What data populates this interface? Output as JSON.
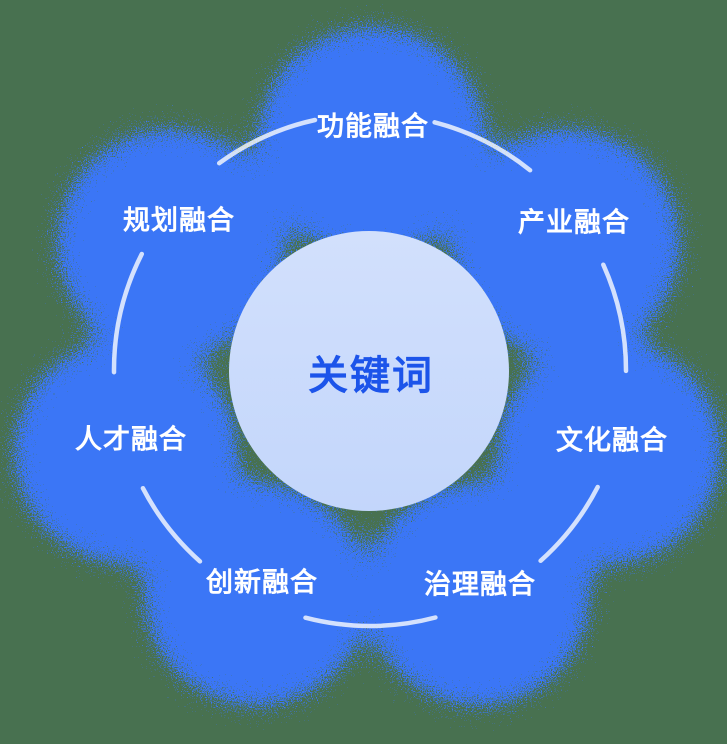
{
  "diagram": {
    "center_label": "关键词",
    "petals": [
      {
        "label": "功能融合",
        "position": "top"
      },
      {
        "label": "产业融合",
        "position": "upper-right"
      },
      {
        "label": "文化融合",
        "position": "right"
      },
      {
        "label": "治理融合",
        "position": "lower-right"
      },
      {
        "label": "创新融合",
        "position": "lower-left"
      },
      {
        "label": "人才融合",
        "position": "left"
      },
      {
        "label": "规划融合",
        "position": "upper-left"
      }
    ]
  },
  "colors": {
    "bg-green": "#487150",
    "petal-blue": "#3B76F6",
    "center-fill": "#C6D8FB",
    "center-text": "#1C54EA",
    "petal-text": "#FFFFFF",
    "arc-white": "#FFFFFF"
  }
}
